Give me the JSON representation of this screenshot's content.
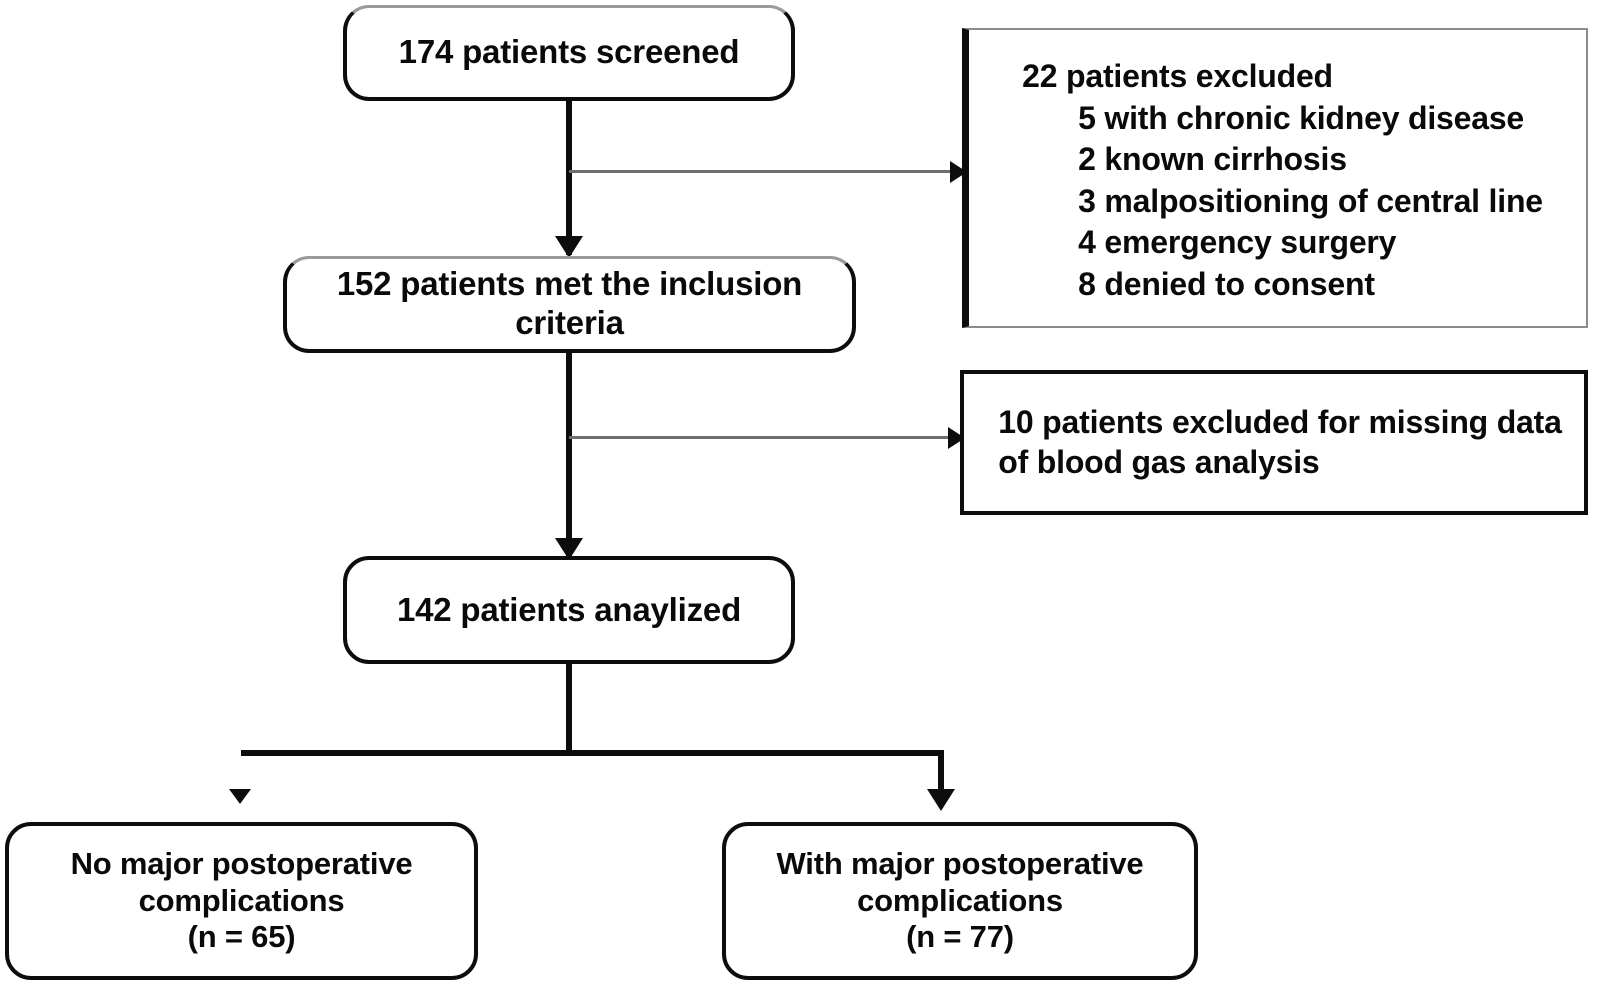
{
  "diagram": {
    "type": "flowchart",
    "title": "Patient enrollment flow diagram",
    "nodes": {
      "screened": {
        "label": "174 patients screened",
        "count": 174
      },
      "inclusion": {
        "label": "152 patients met the inclusion criteria",
        "count": 152
      },
      "analyzed": {
        "label": "142 patients anaylized",
        "count": 142
      },
      "no_complications": {
        "label": "No major postoperative\ncomplications\n(n = 65)",
        "count": 65
      },
      "with_complications": {
        "label": "With major postoperative\ncomplications\n(n = 77)",
        "count": 77
      },
      "excluded_screening": {
        "heading": "22 patients excluded",
        "total": 22,
        "reasons": [
          "5 with chronic kidney disease",
          "2 known cirrhosis",
          "3 malpositioning of central  line",
          "4 emergency surgery",
          "8 denied to consent"
        ]
      },
      "excluded_missing_data": {
        "label": "10 patients excluded for missing data\nof blood gas analysis",
        "count": 10
      }
    },
    "colors": {
      "stroke": "#0d0d0d",
      "thin_stroke": "#6e6e6e",
      "faint_border": "#8c8c8c",
      "background": "#ffffff",
      "text": "#0a0a0a"
    }
  }
}
